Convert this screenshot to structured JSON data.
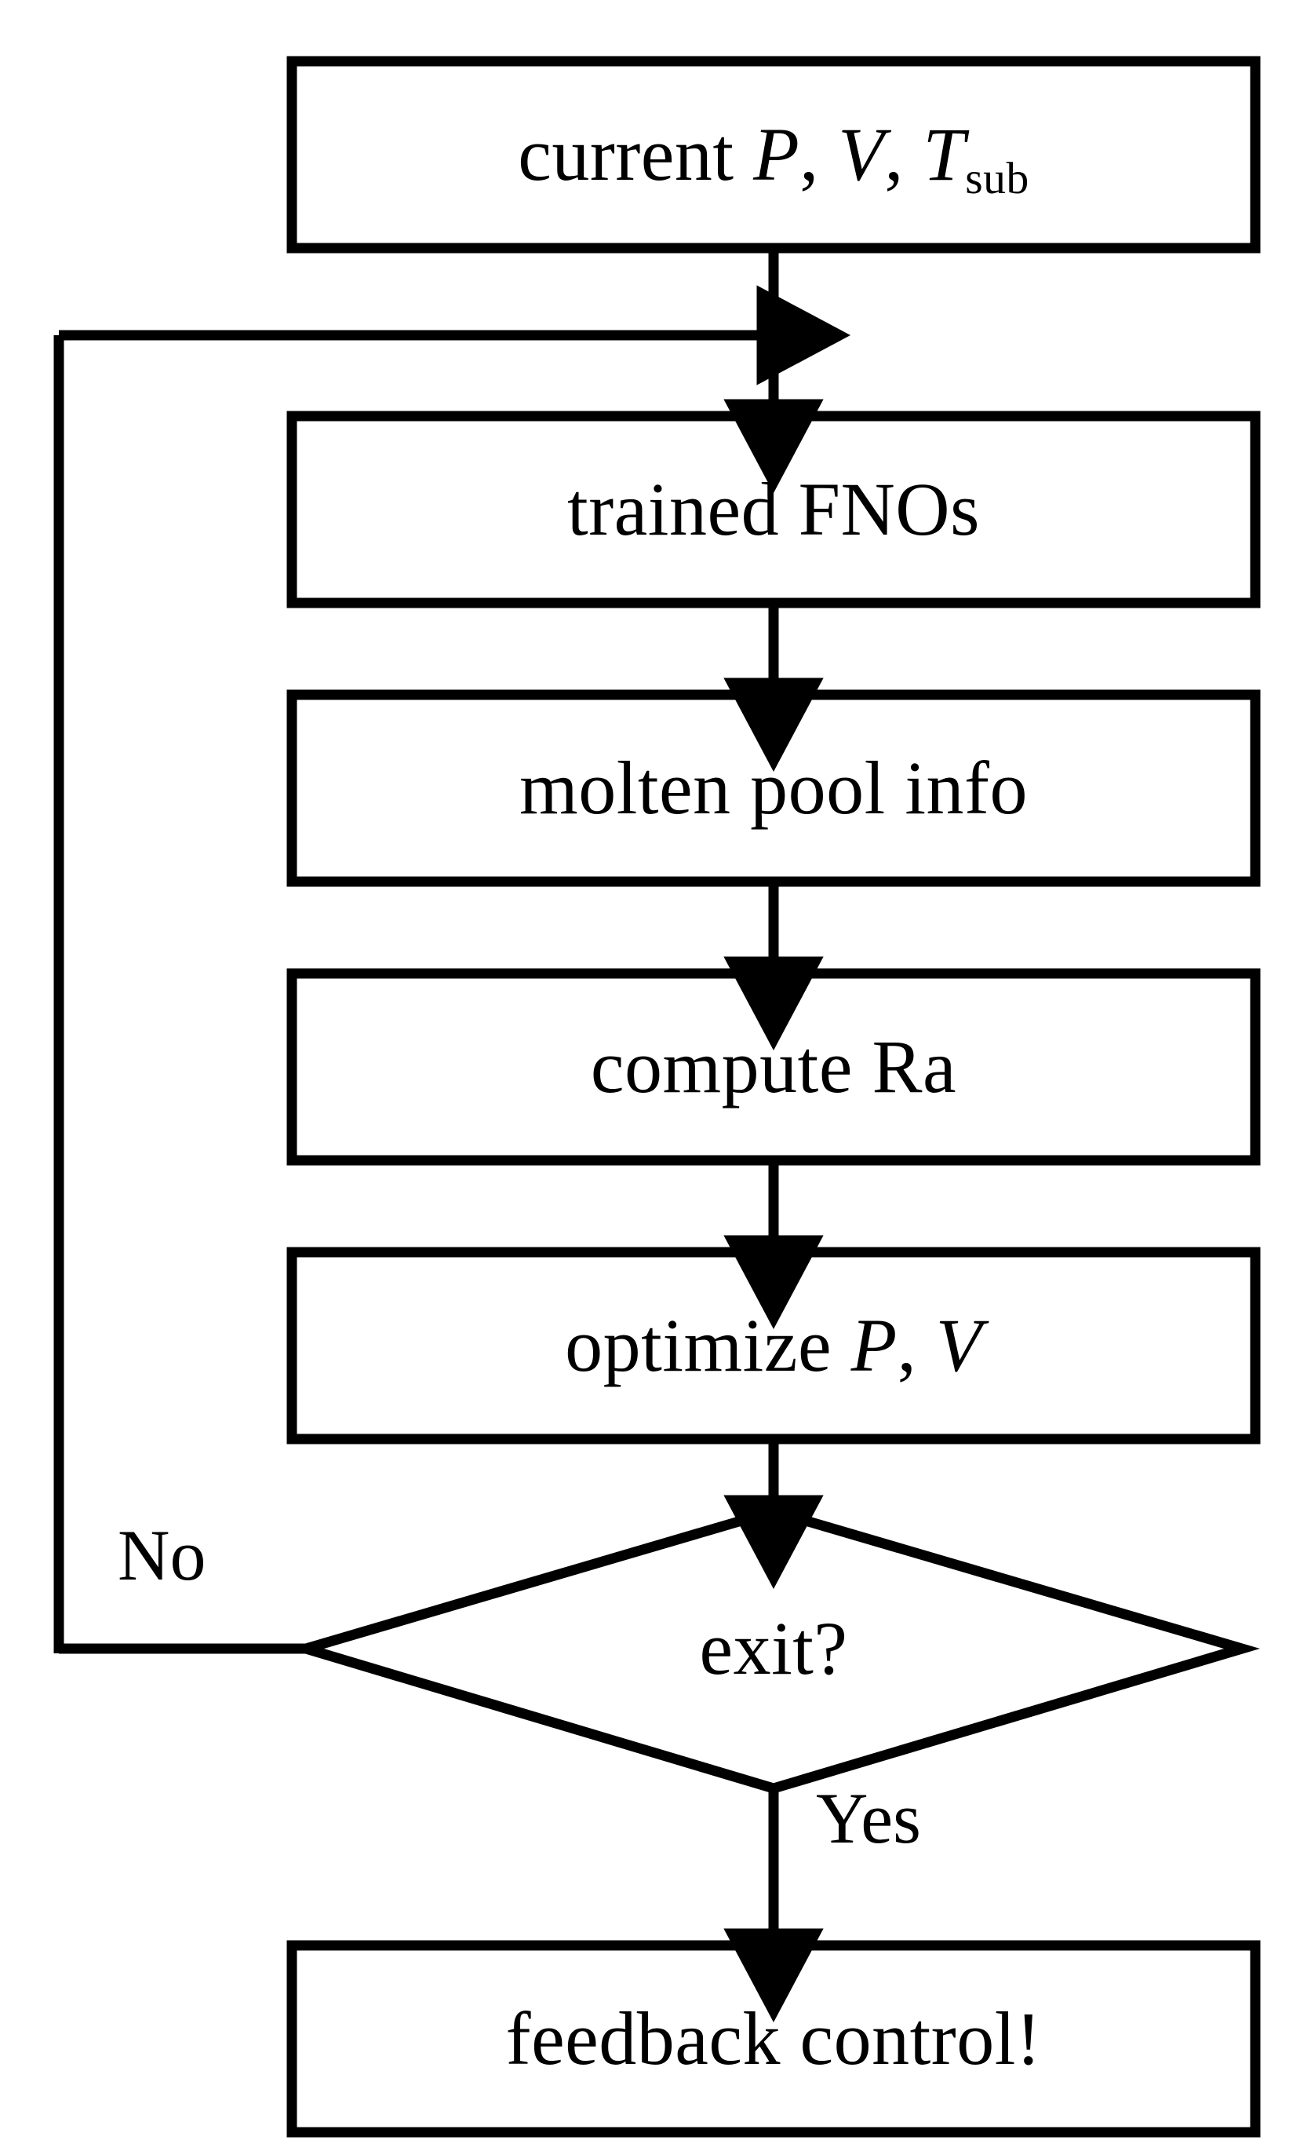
{
  "diagram": {
    "type": "flowchart",
    "title": "FNO-based closed-loop process control",
    "orientation": "top-to-bottom",
    "colors": {
      "stroke": "#000000",
      "fill": "#ffffff",
      "text": "#000000"
    },
    "nodes": [
      {
        "id": "current",
        "shape": "rectangle",
        "text": "current P, V, Tsub",
        "text_prefix": "current ",
        "var1": "P",
        "sep1": ", ",
        "var2": "V",
        "sep2": ", ",
        "var3": "T",
        "var3_subscript": "sub"
      },
      {
        "id": "fnos",
        "shape": "rectangle",
        "text": "trained FNOs"
      },
      {
        "id": "molten",
        "shape": "rectangle",
        "text": "molten pool info"
      },
      {
        "id": "compute_ra",
        "shape": "rectangle",
        "text": "compute Ra"
      },
      {
        "id": "optimize",
        "shape": "rectangle",
        "text_prefix": "optimize ",
        "var1": "P",
        "sep1": ", ",
        "var2": "V",
        "text": "optimize P, V"
      },
      {
        "id": "exit",
        "shape": "diamond",
        "text": "exit?"
      },
      {
        "id": "feedback",
        "shape": "rectangle",
        "text": "feedback control!"
      }
    ],
    "edges": [
      {
        "from": "current",
        "to": "fnos",
        "label": "",
        "style": "arrow-down"
      },
      {
        "from": "fnos",
        "to": "molten",
        "label": "",
        "style": "arrow-down"
      },
      {
        "from": "molten",
        "to": "compute_ra",
        "label": "",
        "style": "arrow-down"
      },
      {
        "from": "compute_ra",
        "to": "optimize",
        "label": "",
        "style": "arrow-down"
      },
      {
        "from": "optimize",
        "to": "exit",
        "label": "",
        "style": "arrow-down"
      },
      {
        "from": "exit",
        "to": "feedback",
        "label": "Yes",
        "style": "arrow-down"
      },
      {
        "from": "exit",
        "to": "fnos",
        "label": "No",
        "style": "loop-left-arrow-right"
      }
    ],
    "labels": {
      "no": "No",
      "yes": "Yes"
    }
  }
}
